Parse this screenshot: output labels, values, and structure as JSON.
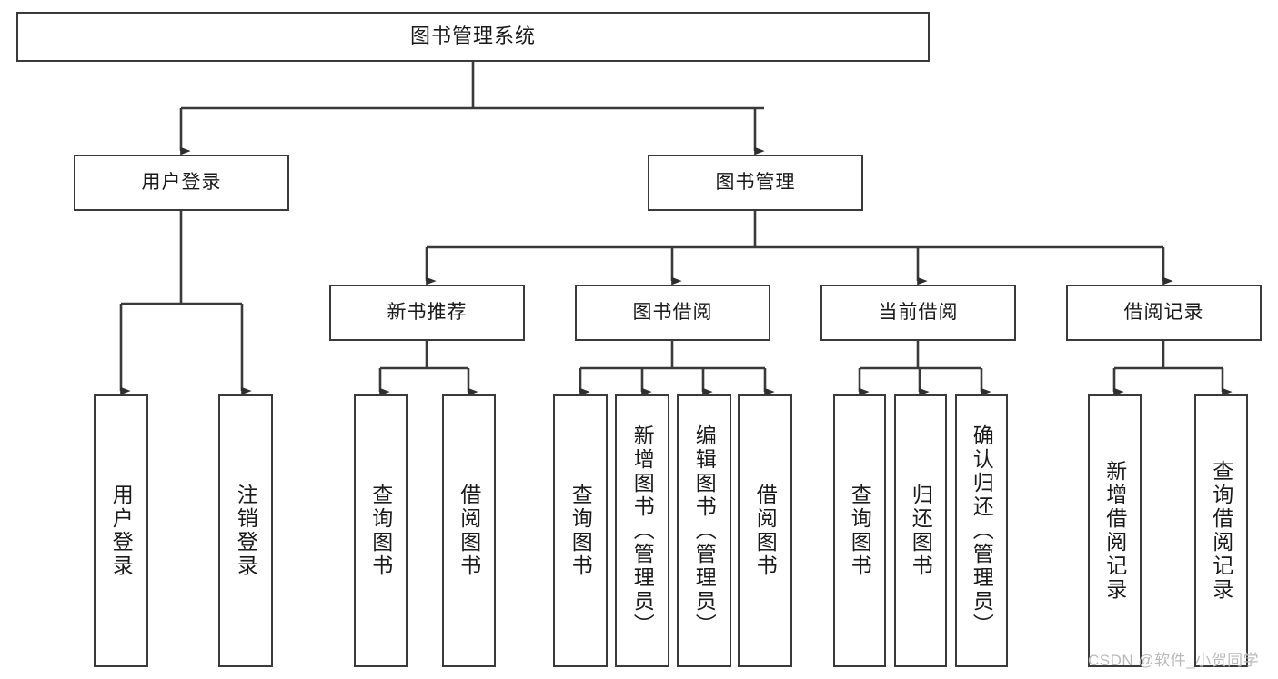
{
  "diagram": {
    "title": "图书管理系统",
    "type": "hierarchy-tree",
    "watermark": "CSDN @软件_小贺同学",
    "colors": {
      "stroke": "#3a3a3a",
      "fill": "#ffffff",
      "text": "#1a1a1a",
      "watermark": "#b9b9b9"
    },
    "nodes": {
      "root": {
        "label": "图书管理系统"
      },
      "level1": [
        {
          "label": "用户登录"
        },
        {
          "label": "图书管理"
        }
      ],
      "level2": [
        {
          "label": "新书推荐"
        },
        {
          "label": "图书借阅"
        },
        {
          "label": "当前借阅"
        },
        {
          "label": "借阅记录"
        }
      ],
      "leaves_user_login": [
        {
          "label": "用户登录"
        },
        {
          "label": "注销登录"
        }
      ],
      "leaves_new_book": [
        {
          "label": "查询图书"
        },
        {
          "label": "借阅图书"
        }
      ],
      "leaves_borrow": [
        {
          "label": "查询图书"
        },
        {
          "label": "新增图书（管理员）"
        },
        {
          "label": "编辑图书（管理员）"
        },
        {
          "label": "借阅图书"
        }
      ],
      "leaves_current": [
        {
          "label": "查询图书"
        },
        {
          "label": "归还图书"
        },
        {
          "label": "确认归还（管理员）"
        }
      ],
      "leaves_record": [
        {
          "label": "新增借阅记录"
        },
        {
          "label": "查询借阅记录"
        }
      ]
    }
  }
}
